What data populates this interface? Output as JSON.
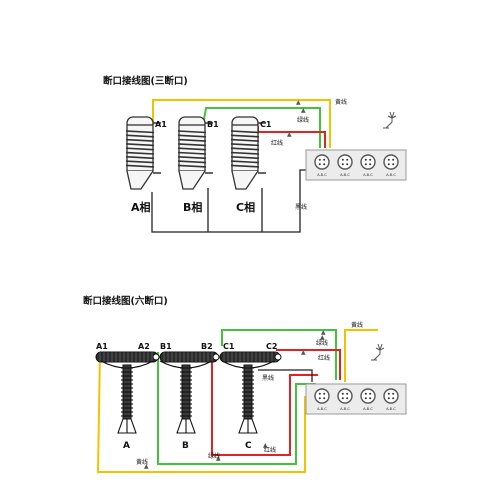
{
  "colors": {
    "yellow": "#f2c200",
    "green": "#44c23c",
    "red": "#e02424",
    "black": "#222222",
    "panel_fill": "#ececec",
    "panel_stroke": "#9a9a9a",
    "coil": "#333333",
    "body_fill": "#f6f6f6"
  },
  "diagram1": {
    "title": "断口接线图(三断口)",
    "terminals": [
      "A1",
      "B1",
      "C1"
    ],
    "phases": [
      "A相",
      "B相",
      "C相"
    ],
    "wires": {
      "yellow": "黄线",
      "green": "绿线",
      "red": "红线",
      "black": "黑线"
    },
    "socket_labels": [
      "A-B-C",
      "A-B-C",
      "A-B-C",
      "A-B-C"
    ]
  },
  "diagram2": {
    "title": "断口接线图(六断口)",
    "terminals": [
      "A1",
      "A2",
      "B1",
      "B2",
      "C1",
      "C2"
    ],
    "phases": [
      "A",
      "B",
      "C"
    ],
    "wires": {
      "yellow_top": "黄线",
      "green_top": "绿线",
      "red_top": "红线",
      "black": "黑线",
      "yellow_bottom": "黄线",
      "green_bottom": "绿线",
      "red_bottom": "红线"
    },
    "socket_labels": [
      "A-B-C",
      "A-B-C",
      "A-B-C",
      "A-B-C"
    ]
  }
}
